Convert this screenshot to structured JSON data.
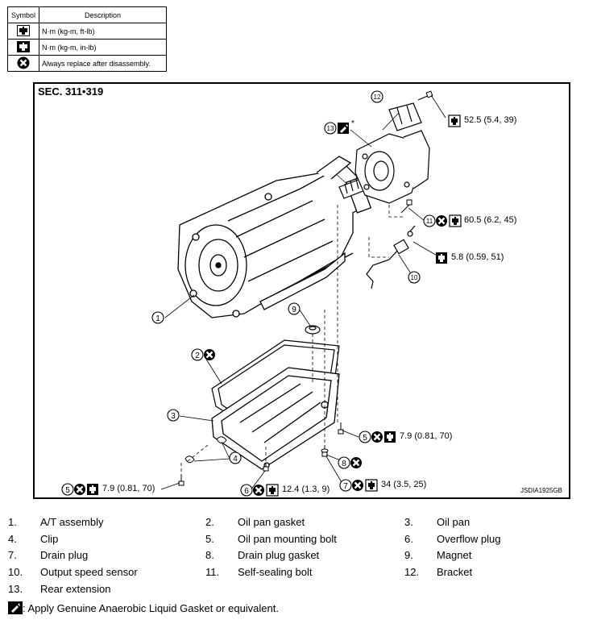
{
  "legend": {
    "headers": [
      "Symbol",
      "Description"
    ],
    "rows": [
      {
        "icon": "torque-ft-lb-icon",
        "desc": "N·m (kg-m, ft-lb)"
      },
      {
        "icon": "torque-in-lb-icon",
        "desc": "N·m (kg-m, in-lb)"
      },
      {
        "icon": "always-replace-icon",
        "desc": "Always replace after disassembly."
      }
    ]
  },
  "figure": {
    "section": "SEC. 311•319",
    "code": "JSDIA1925GB",
    "asterisk": "*",
    "callouts": {
      "c1": "1",
      "c2": "2",
      "c3": "3",
      "c4": "4",
      "c5a": "5",
      "c5b": "5",
      "c6": "6",
      "c7": "7",
      "c8": "8",
      "c9": "9",
      "c10": "10",
      "c11": "11",
      "c12": "12",
      "c13": "13"
    },
    "torques": {
      "t12": "52.5 (5.4, 39)",
      "t11": "60.5 (6.2, 45)",
      "t10": "5.8 (0.59, 51)",
      "t5a": "7.9 (0.81, 70)",
      "t5b": "7.9 (0.81, 70)",
      "t6": "12.4 (1.3, 9)",
      "t7": "34 (3.5, 25)"
    }
  },
  "parts": [
    {
      "num": "1.",
      "name": "A/T assembly"
    },
    {
      "num": "2.",
      "name": "Oil pan gasket"
    },
    {
      "num": "3.",
      "name": "Oil pan"
    },
    {
      "num": "4.",
      "name": "Clip"
    },
    {
      "num": "5.",
      "name": "Oil pan mounting bolt"
    },
    {
      "num": "6.",
      "name": "Overflow plug"
    },
    {
      "num": "7.",
      "name": "Drain plug"
    },
    {
      "num": "8.",
      "name": "Drain plug gasket"
    },
    {
      "num": "9.",
      "name": "Magnet"
    },
    {
      "num": "10.",
      "name": "Output speed sensor"
    },
    {
      "num": "11.",
      "name": "Self-sealing bolt"
    },
    {
      "num": "12.",
      "name": "Bracket"
    },
    {
      "num": "13.",
      "name": "Rear extension"
    }
  ],
  "footnote": ": Apply Genuine Anaerobic Liquid Gasket or equivalent."
}
